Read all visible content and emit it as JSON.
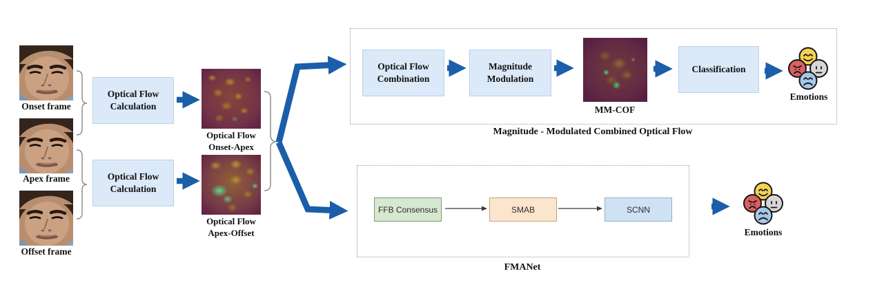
{
  "figure": {
    "left_column": {
      "frames": [
        {
          "label": "Onset frame"
        },
        {
          "label": "Apex frame"
        },
        {
          "label": "Offset frame"
        }
      ],
      "calc_boxes": [
        {
          "line1": "Optical Flow",
          "line2": "Calculation"
        },
        {
          "line1": "Optical Flow",
          "line2": "Calculation"
        }
      ],
      "flow_outputs": [
        {
          "line1": "Optical Flow",
          "line2": "Onset-Apex"
        },
        {
          "line1": "Optical Flow",
          "line2": "Apex-Offset"
        }
      ]
    },
    "mmcof_branch": {
      "caption": "Magnitude - Modulated Combined Optical Flow",
      "combination_box": {
        "line1": "Optical Flow",
        "line2": "Combination"
      },
      "modulation_box": {
        "line1": "Magnitude",
        "line2": "Modulation"
      },
      "mmcof_label": "MM-COF",
      "classification_box": "Classification",
      "emotions_label": "Emotions"
    },
    "fmanet_branch": {
      "caption": "FMANet",
      "ffb_box": "FFB Consensus",
      "smab_box": "SMAB",
      "scnn_box": "SCNN",
      "emotions_label": "Emotions"
    },
    "colors": {
      "arrow_blue": "#1b5ea9",
      "process_box_fill": "#dbe9f8",
      "process_box_border": "#b9d3ea",
      "ffb_fill": "#d7e8d0",
      "smab_fill": "#fce5cd",
      "scnn_fill": "#cfe2f3",
      "dotted_border": "#9a9a9a",
      "emoji_happy": "#f6d154",
      "emoji_angry": "#dd5f5f",
      "emoji_neutral": "#d6d6d6",
      "emoji_sad": "#a7c7e8"
    }
  }
}
